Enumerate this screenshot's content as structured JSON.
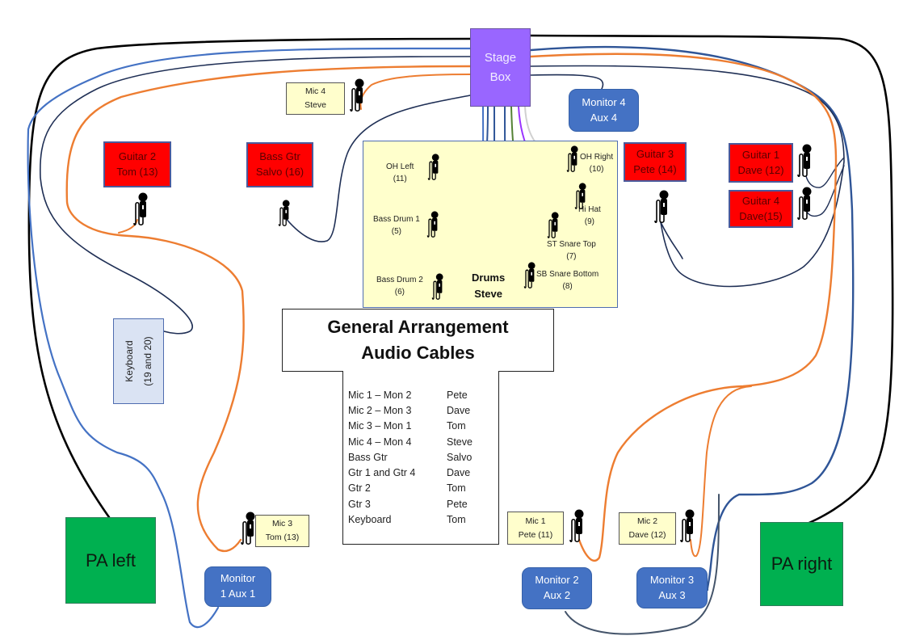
{
  "title": {
    "line1": "General Arrangement",
    "line2": "Audio Cables"
  },
  "stage_box": {
    "line1": "Stage",
    "line2": "Box",
    "color": "#9966ff"
  },
  "drum_kit": {
    "title_line1": "Drums",
    "title_line2": "Steve",
    "mics": [
      {
        "name": "OH Left",
        "channel": "(11)"
      },
      {
        "name": "OH Right",
        "channel": "(10)"
      },
      {
        "name": "Bass Drum 1",
        "channel": "(5)"
      },
      {
        "name": "Hi Hat",
        "channel": "(9)"
      },
      {
        "name": "ST  Snare Top",
        "channel": "(7)"
      },
      {
        "name": "Bass Drum 2",
        "channel": "(6)"
      },
      {
        "name": "SB  Snare Bottom",
        "channel": "(8)"
      }
    ]
  },
  "instruments": {
    "guitar2": {
      "line1": "Guitar 2",
      "line2": "Tom (13)"
    },
    "bass": {
      "line1": "Bass Gtr",
      "line2": "Salvo (16)"
    },
    "guitar3": {
      "line1": "Guitar 3",
      "line2": "Pete (14)"
    },
    "guitar1": {
      "line1": "Guitar 1",
      "line2": "Dave (12)"
    },
    "guitar4": {
      "line1": "Guitar 4",
      "line2": "Dave(15)"
    },
    "keyboard": {
      "line1": "Keyboard",
      "line2": "(19 and 20)"
    }
  },
  "vocal_mics": {
    "mic1": {
      "line1": "Mic 1",
      "line2": "Pete (11)"
    },
    "mic2": {
      "line1": "Mic 2",
      "line2": "Dave (12)"
    },
    "mic3": {
      "line1": "Mic 3",
      "line2": "Tom (13)"
    },
    "mic4": {
      "line1": "Mic 4",
      "line2": "Steve"
    }
  },
  "monitors": {
    "mon1": {
      "line1": "Monitor",
      "line2": "1 Aux 1"
    },
    "mon2": {
      "line1": "Monitor 2",
      "line2": "Aux 2"
    },
    "mon3": {
      "line1": "Monitor 3",
      "line2": "Aux 3"
    },
    "mon4": {
      "line1": "Monitor 4",
      "line2": "Aux 4"
    }
  },
  "pa": {
    "left": "PA left",
    "right": "PA right"
  },
  "legend": [
    {
      "item": "Mic 1 – Mon 2",
      "person": "Pete"
    },
    {
      "item": "Mic 2 – Mon 3",
      "person": "Dave"
    },
    {
      "item": "Mic 3 – Mon 1",
      "person": "Tom"
    },
    {
      "item": "Mic 4 – Mon 4",
      "person": "Steve"
    },
    {
      "item": "Bass Gtr",
      "person": "Salvo"
    },
    {
      "item": "Gtr 1 and Gtr 4",
      "person": "Dave"
    },
    {
      "item": "Gtr 2",
      "person": "Tom"
    },
    {
      "item": "Gtr 3",
      "person": "Pete"
    },
    {
      "item": "Keyboard",
      "person": "Tom"
    }
  ],
  "cable_colors": {
    "speaker": "#000000",
    "monitor": "#4472c4",
    "vocal_mic": "#ed7d31",
    "instrument": "#1f2f55",
    "drum": "#2f5597",
    "snare_top": "#548235",
    "hi_hat": "#9933ff",
    "oh_right": "#d0d0d0"
  },
  "icons": {
    "microphone": "microphone-icon"
  }
}
